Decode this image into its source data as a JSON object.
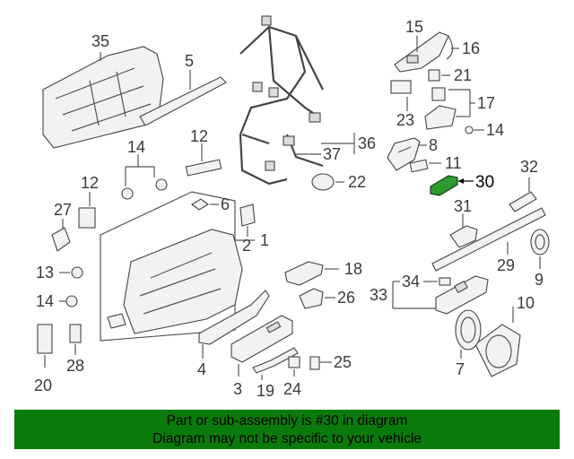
{
  "labels": {
    "l35": "35",
    "l5": "5",
    "l15": "15",
    "l16": "16",
    "l21": "21",
    "l17": "17",
    "l23": "23",
    "l14a": "14",
    "l14b": "14",
    "l14c": "14",
    "l12a": "12",
    "l12b": "12",
    "l36": "36",
    "l37": "37",
    "l8": "8",
    "l11": "11",
    "l22": "22",
    "l30": "30",
    "l32": "32",
    "l6": "6",
    "l27": "27",
    "l1": "1",
    "l2": "2",
    "l31": "31",
    "l13": "13",
    "l18": "18",
    "l29": "29",
    "l9": "9",
    "l34": "34",
    "l33": "33",
    "l26": "26",
    "l10": "10",
    "l20": "20",
    "l28": "28",
    "l4": "4",
    "l3": "3",
    "l19": "19",
    "l24": "24",
    "l25": "25",
    "l7": "7"
  },
  "highlight": {
    "part_number": "30",
    "color": "#2e9a2e"
  },
  "banner": {
    "line1": "Part or sub-assembly is #30 in diagram",
    "line2": "Diagram may not be specific to your vehicle",
    "bg": "#0a7a0a"
  }
}
